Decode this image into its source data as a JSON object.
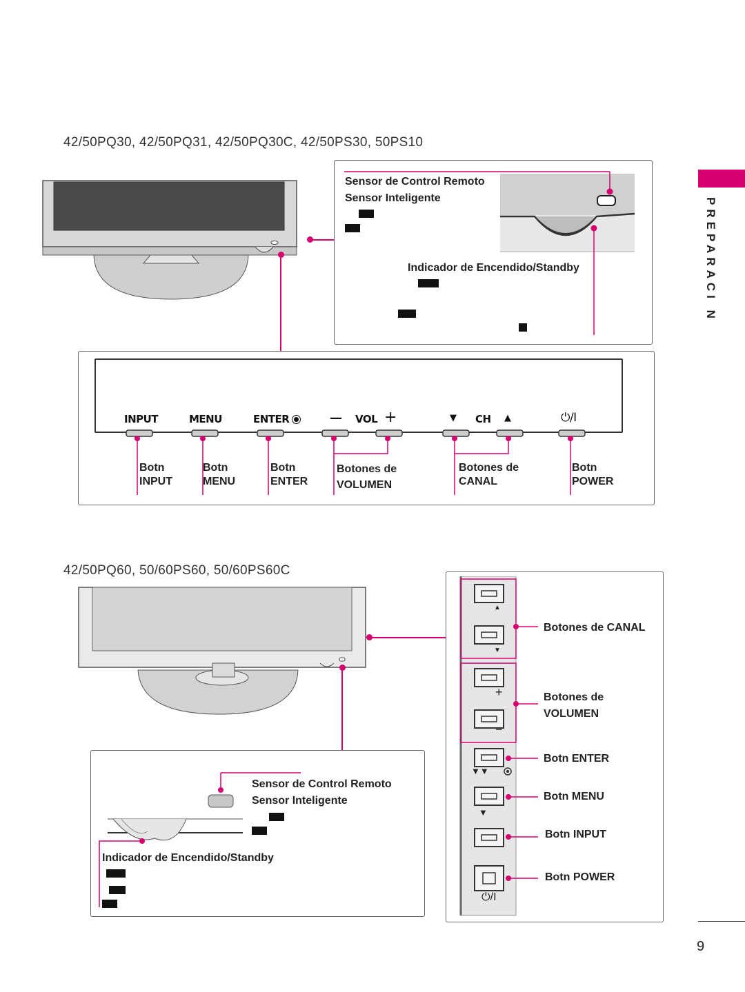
{
  "section": {
    "title": "PREPARACI N",
    "page_number": "9"
  },
  "model1": {
    "title": "42/50PQ30, 42/50PQ31, 42/50PQ30C, 42/50PS30, 50PS10",
    "callout": {
      "sensor_remote": "Sensor de Control Remoto",
      "sensor_smart": "Sensor Inteligente",
      "power_indicator": "Indicador de Encendido/Standby"
    },
    "panel": {
      "input": "INPUT",
      "menu": "MENU",
      "enter": "ENTER",
      "minus": "—",
      "vol": "VOL",
      "plus": "+",
      "down": "▼",
      "ch": "CH",
      "up": "▲",
      "power": "⏻/I"
    },
    "labels": [
      {
        "line1": "Botn",
        "line2": "INPUT"
      },
      {
        "line1": "Botn",
        "line2": "MENU"
      },
      {
        "line1": "Botn",
        "line2": "ENTER"
      },
      {
        "line1": "Botones de",
        "line2": "VOLUMEN"
      },
      {
        "line1": "Botones de",
        "line2": "CANAL"
      },
      {
        "line1": "Botn",
        "line2": "POWER"
      }
    ]
  },
  "model2": {
    "title": "42/50PQ60, 50/60PS60, 50/60PS60C",
    "callout": {
      "sensor_remote": "Sensor de Control Remoto",
      "sensor_smart": "Sensor Inteligente",
      "power_indicator": "Indicador de Encendido/Standby"
    },
    "side_labels": {
      "canal": "Botones de CANAL",
      "vol_line1": "Botones de",
      "vol_line2": "VOLUMEN",
      "enter": "Botn ENTER",
      "menu": "Botn MENU",
      "input": "Botn INPUT",
      "power": "Botn POWER"
    },
    "side_glyphs": {
      "up": "▲",
      "down": "▼",
      "plus": "+",
      "minus": "−",
      "enter_arrows": "▼▼",
      "power": "⏻/I"
    }
  },
  "colors": {
    "accent": "#d6006e",
    "line": "#d6006e"
  }
}
